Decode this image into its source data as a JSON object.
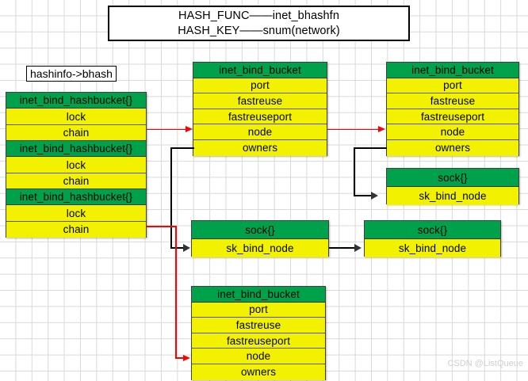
{
  "legend": {
    "line1": "HASH_FUNC——inet_bhashfn",
    "line2": "HASH_KEY——snum(network)"
  },
  "pointer_label": "hashinfo->bhash",
  "colors": {
    "header_green": "#00a14b",
    "field_yellow": "#f0f000",
    "red_link": "#ff0000",
    "black_link": "#333333",
    "grid": "#d9d9d9"
  },
  "hashbuckets": [
    {
      "title": "inet_bind_hashbucket{}",
      "fields": [
        "lock",
        "chain"
      ]
    },
    {
      "title": "inet_bind_hashbucket{}",
      "fields": [
        "lock",
        "chain"
      ]
    },
    {
      "title": "inet_bind_hashbucket{}",
      "fields": [
        "lock",
        "chain"
      ]
    }
  ],
  "buckets": [
    {
      "id": "bucket-top-left",
      "title": "inet_bind_bucket",
      "fields": [
        "port",
        "fastreuse",
        "fastreuseport",
        "node",
        "owners"
      ]
    },
    {
      "id": "bucket-top-right",
      "title": "inet_bind_bucket",
      "fields": [
        "port",
        "fastreuse",
        "fastreuseport",
        "node",
        "owners"
      ]
    },
    {
      "id": "bucket-bottom",
      "title": "inet_bind_bucket",
      "fields": [
        "port",
        "fastreuse",
        "fastreuseport",
        "node",
        "owners"
      ]
    }
  ],
  "socks": [
    {
      "id": "sock-right-upper",
      "title": "sock{}",
      "fields": [
        "sk_bind_node"
      ]
    },
    {
      "id": "sock-middle",
      "title": "sock{}",
      "fields": [
        "sk_bind_node"
      ]
    },
    {
      "id": "sock-right-lower",
      "title": "sock{}",
      "fields": [
        "sk_bind_node"
      ]
    }
  ],
  "watermark": "CSDN @ListQueue"
}
